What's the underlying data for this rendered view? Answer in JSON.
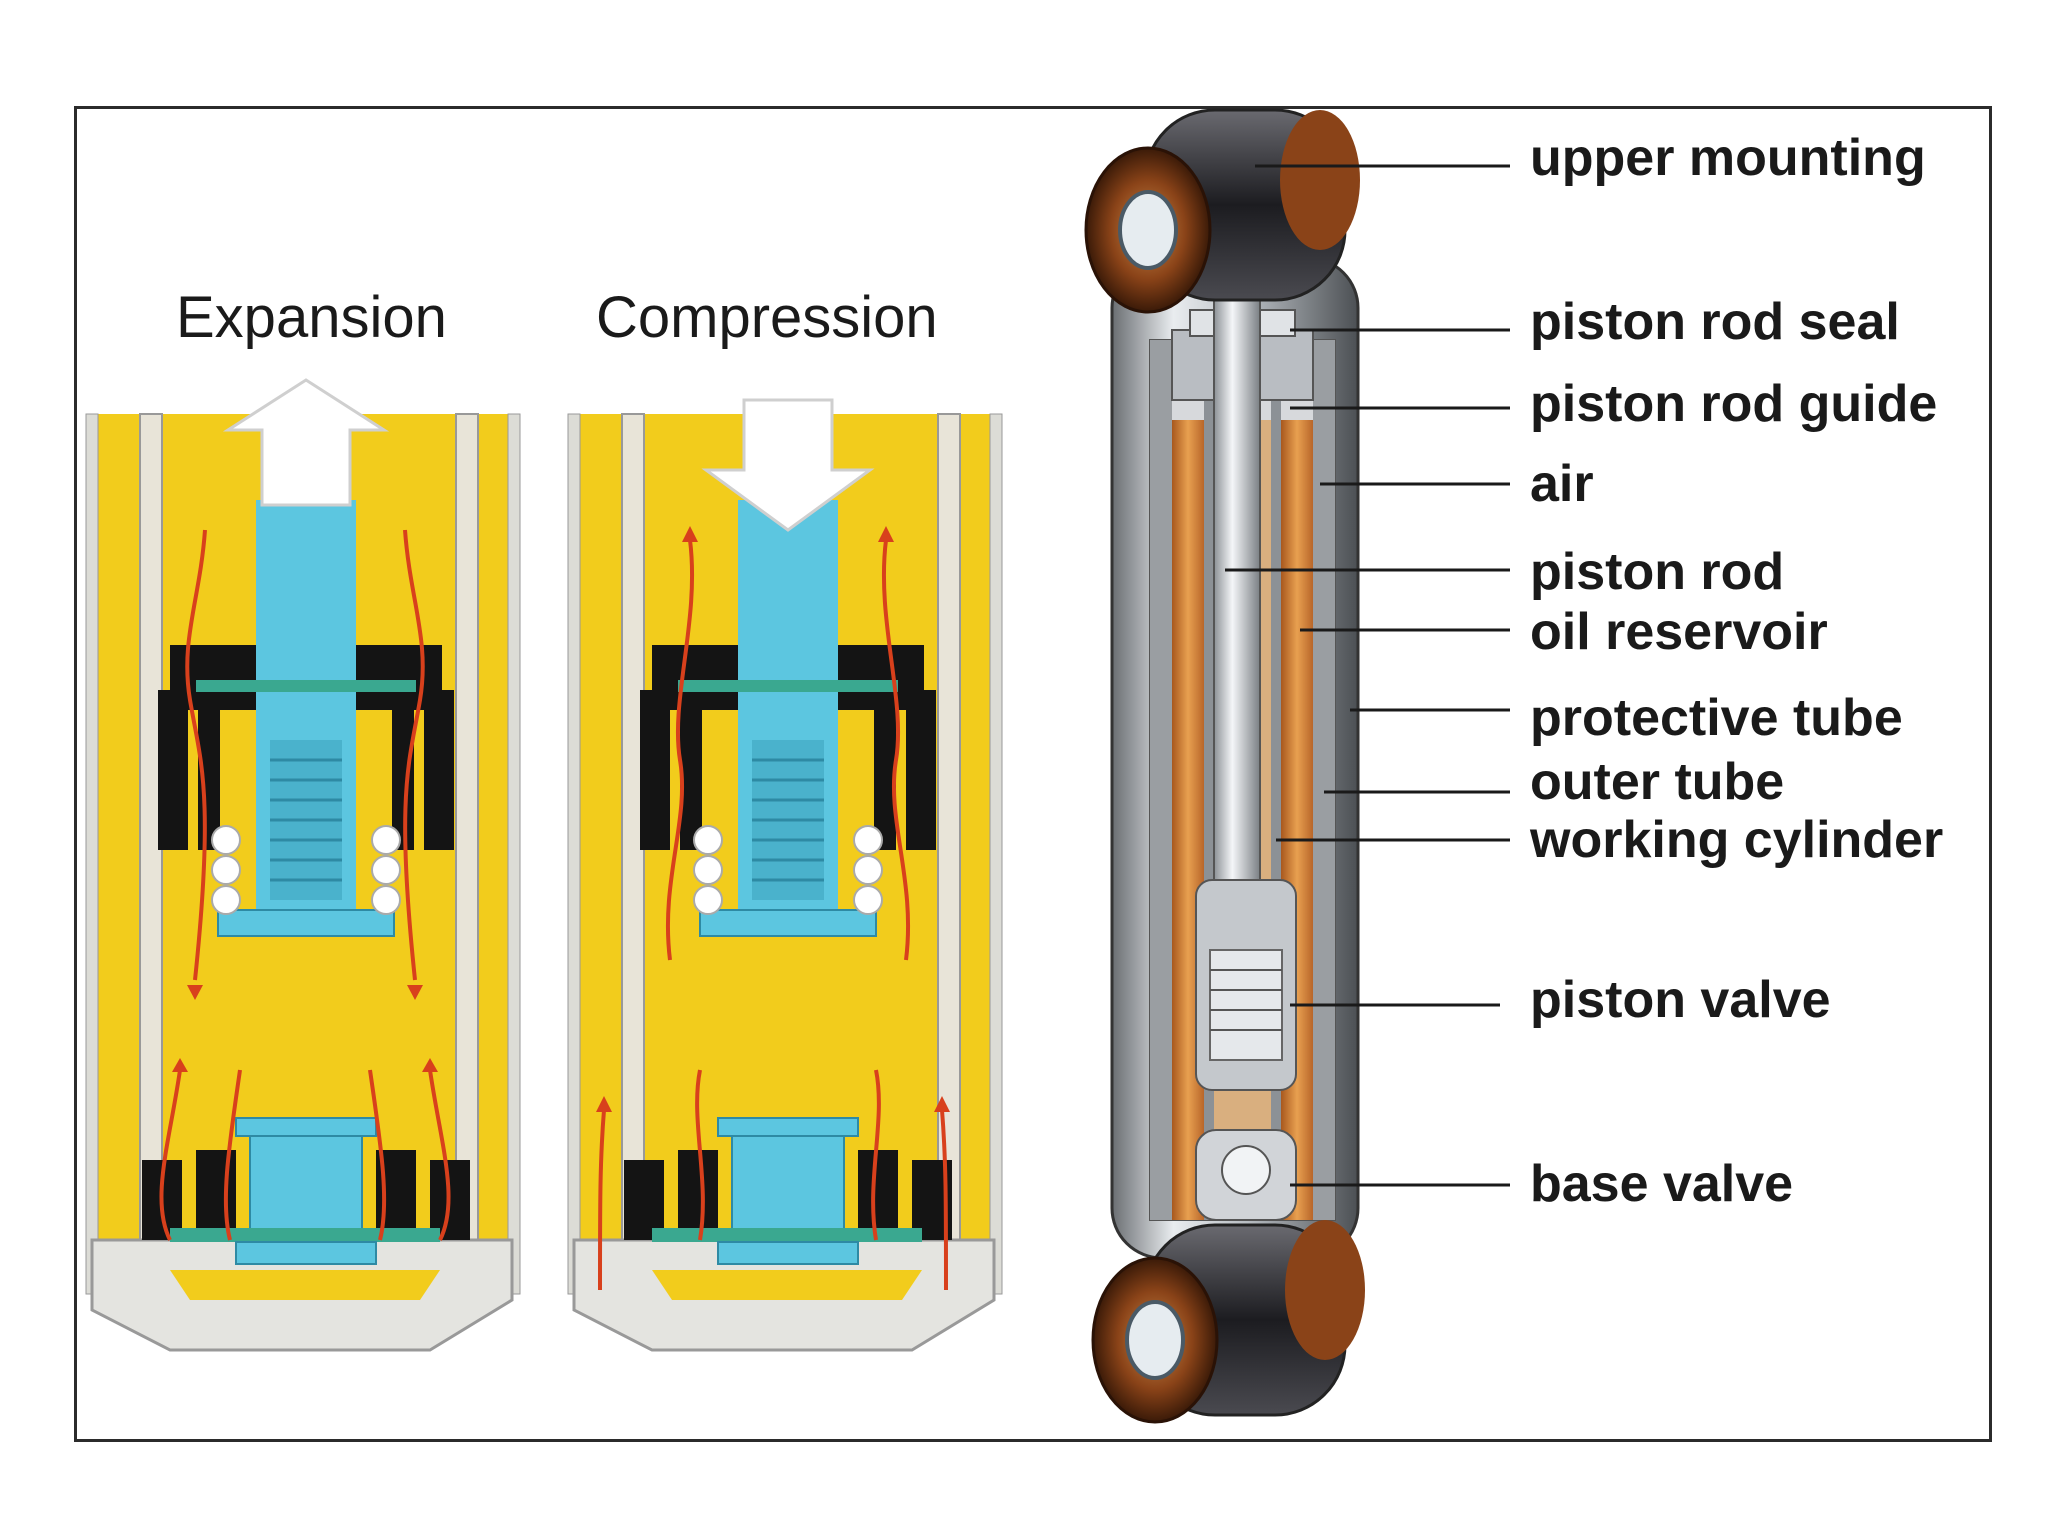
{
  "panels": {
    "expansion_title": "Expansion",
    "compression_title": "Compression"
  },
  "labels": [
    {
      "id": "upper-mounting",
      "text": "upper mounting"
    },
    {
      "id": "piston-rod-seal",
      "text": "piston rod seal"
    },
    {
      "id": "piston-rod-guide",
      "text": "piston rod guide"
    },
    {
      "id": "air",
      "text": "air"
    },
    {
      "id": "piston-rod",
      "text": "piston rod"
    },
    {
      "id": "oil-reservoir",
      "text": "oil reservoir"
    },
    {
      "id": "protective-tube",
      "text": "protective tube"
    },
    {
      "id": "outer-tube",
      "text": "outer tube"
    },
    {
      "id": "working-cylinder",
      "text": "working cylinder"
    },
    {
      "id": "piston-valve",
      "text": "piston valve"
    },
    {
      "id": "base-valve",
      "text": "base valve"
    }
  ],
  "colors": {
    "oil_yellow": "#f2cc1c",
    "rod_cyan": "#5cc6e0",
    "valve_black": "#141414",
    "flow_red": "#d8401c",
    "bushing_brown": "#7a3a14",
    "chrome": "#c8ccd0"
  }
}
